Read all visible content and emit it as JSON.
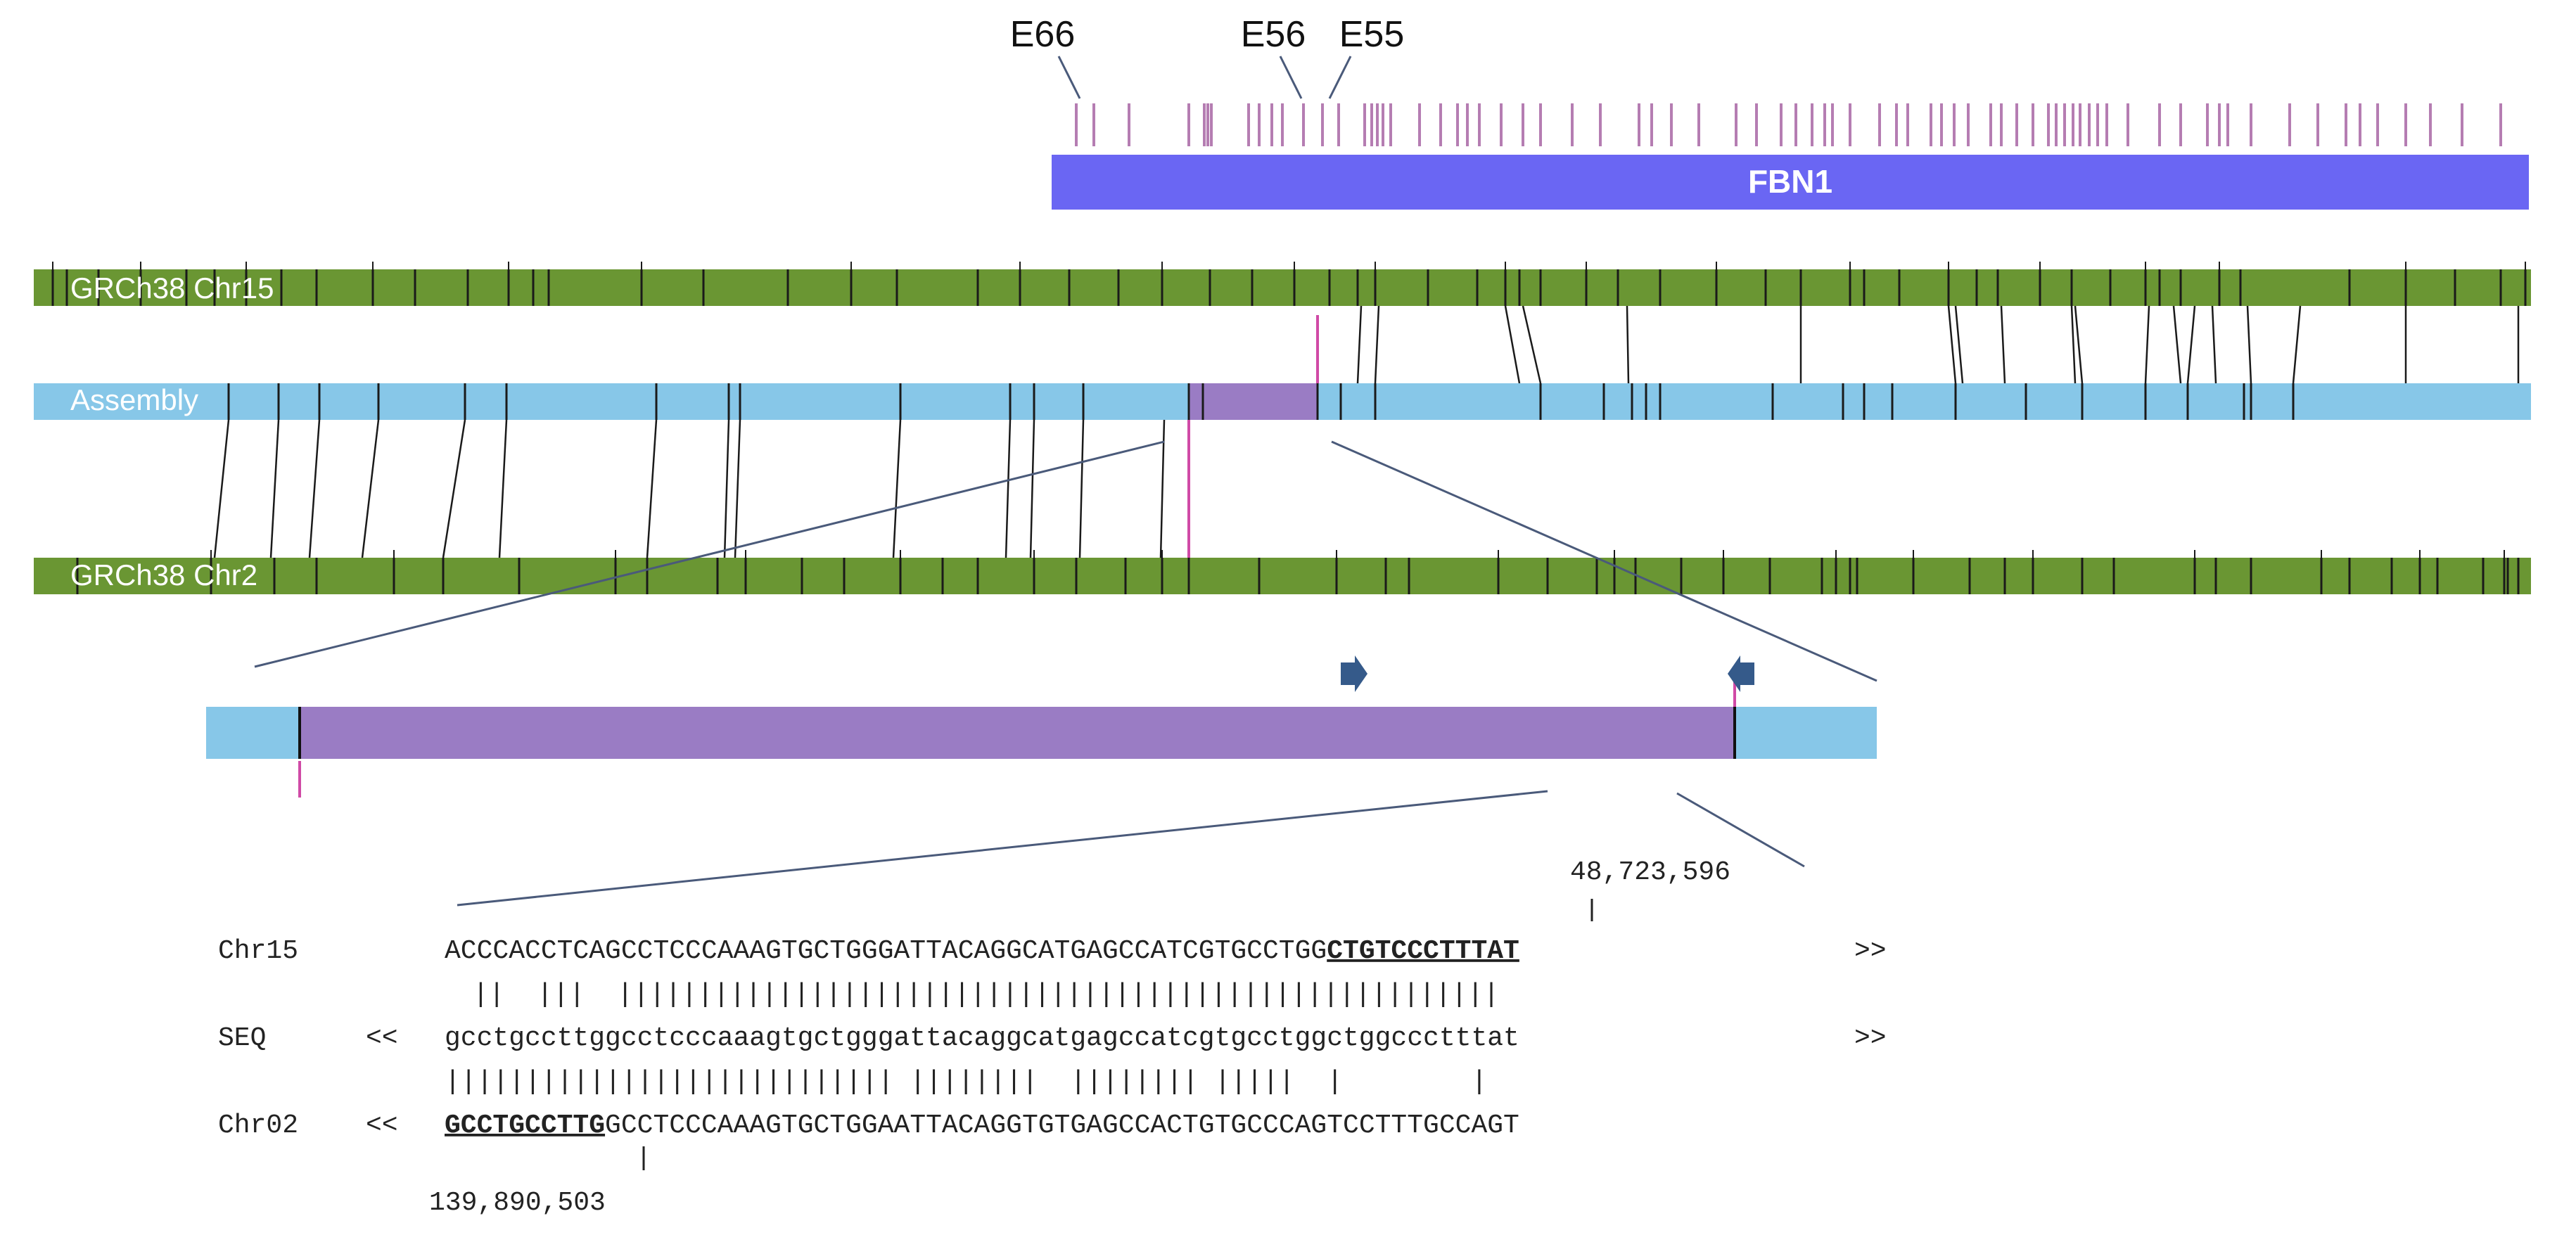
{
  "exon_labels": [
    "E66",
    "E56",
    "E55"
  ],
  "gene": {
    "name": "FBN1",
    "color": "#6a66f3"
  },
  "tracks": {
    "chr15": "GRCh38 Chr15",
    "assembly": "Assembly",
    "chr2": "GRCh38 Chr2"
  },
  "colors": {
    "chromosome": "#6a9633",
    "assembly": "#87c7e8",
    "insertion": "#9a7cc4",
    "exon_tick": "#b57db2",
    "breakpoint": "#d04aa6",
    "primer": "#355a8a",
    "zoom_line": "#4a5a7a"
  },
  "alignment": {
    "coord_top": "48,723,596",
    "coord_bottom": "139,890,503",
    "rows": [
      {
        "label": "Chr15",
        "left": "",
        "seq_pre": "ACCCACCTCAGCCTCCCAAAGTGCTGGGATTACAGGCATGAGCCATCGTGCCTGG",
        "seq_bold": "CTGTCCCTTTAT",
        "seq_post": "",
        "right": ">>"
      },
      {
        "match": "||  |||  |||||||||||||||||||||||||||||||||||||||||||||||||||||||"
      },
      {
        "label": "SEQ",
        "left": "<<",
        "seq_pre": "gcctgccttggcctcccaaagtgctgggattacaggcatgagccatcgtgcctggctggccctttat",
        "seq_bold": "",
        "seq_post": "",
        "right": ">>"
      },
      {
        "match": "|||||||||||||||||||||||||||| ||||||||  |||||||| |||||  |        |"
      },
      {
        "label": "Chr02",
        "left": "<<",
        "seq_pre": "",
        "seq_bold": "GCCTGCCTTG",
        "seq_post": "GCCTCCCAAAGTGCTGGAATTACAGGTGTGAGCCACTGTGCCCAGTCCTTTGCCAGT",
        "right": ""
      }
    ]
  }
}
